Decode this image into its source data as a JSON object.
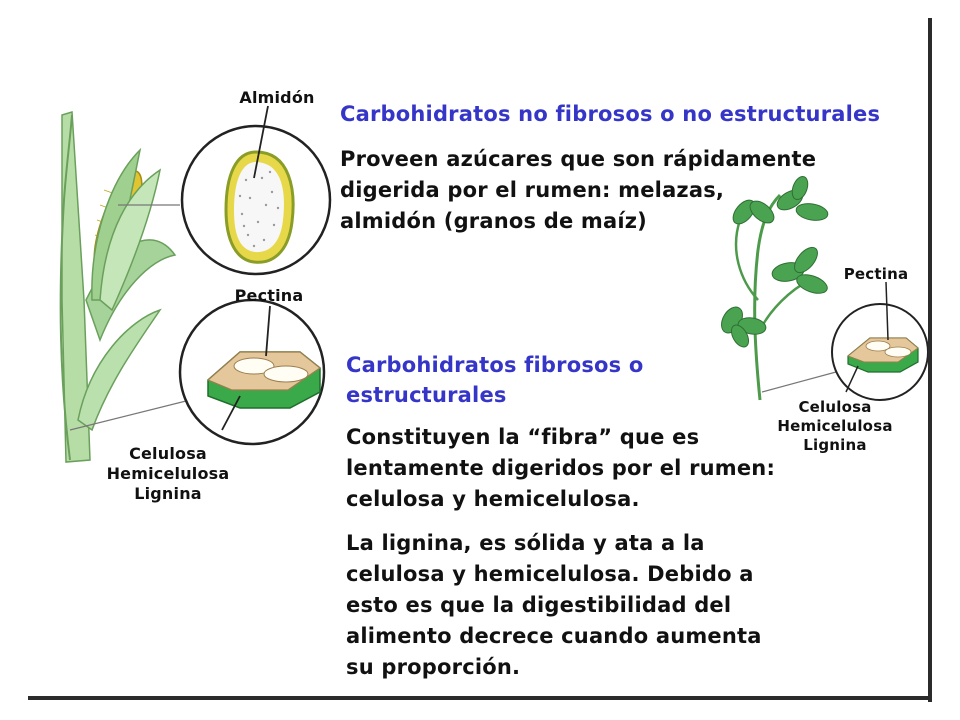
{
  "section1": {
    "title": "Carbohidratos no fibrosos o no estructurales",
    "body": [
      "Proveen azúcares que son rápidamente",
      "digerida por el rumen: melazas,",
      "almidón (granos de maíz)"
    ]
  },
  "section2": {
    "title": [
      "Carbohidratos fibrosos o",
      "estructurales"
    ],
    "body1": [
      "Constituyen la “fibra” que es",
      "lentamente digeridos por el rumen:",
      "celulosa y hemicelulosa."
    ],
    "body2": [
      "La lignina, es sólida y ata a la",
      "celulosa y hemicelulosa. Debido a",
      "esto es que la digestibilidad del",
      "alimento decrece cuando aumenta",
      "su proporción."
    ]
  },
  "labels": {
    "almidon": "Almidón",
    "pectina_left": "Pectina",
    "fiber_left": [
      "Celulosa",
      "Hemicelulosa",
      "Lignina"
    ],
    "pectina_right": "Pectina",
    "fiber_right": [
      "Celulosa",
      "Hemicelulosa",
      "Lignina"
    ]
  },
  "colors": {
    "heading_blue": "#3535c8",
    "leaf_green": "#8fc98a",
    "cell_wall_green": "#3aa94a",
    "pectin_tan": "#e4c79a",
    "corn_yellow": "#e0c531"
  }
}
